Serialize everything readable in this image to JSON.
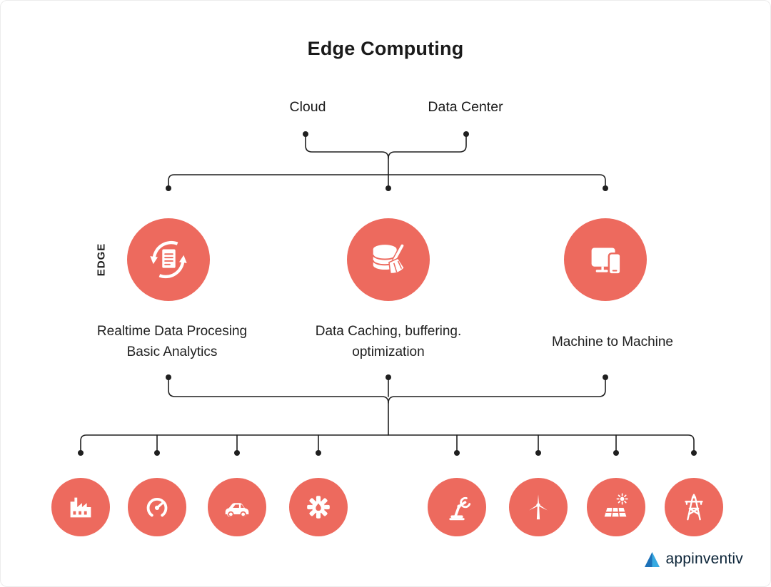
{
  "title": "Edge Computing",
  "edge_band_label": "EDGE",
  "cloud_layer": {
    "nodes": [
      {
        "label": "Cloud"
      },
      {
        "label": "Data Center"
      }
    ]
  },
  "edge_layer": {
    "nodes": [
      {
        "icon": "realtime-data-processing-icon",
        "line1": "Realtime Data Procesing",
        "line2": "Basic Analytics"
      },
      {
        "icon": "data-caching-icon",
        "line1": "Data Caching, buffering.",
        "line2": "optimization"
      },
      {
        "icon": "machine-to-machine-icon",
        "line1": "Machine to Machine",
        "line2": ""
      }
    ]
  },
  "device_layer": {
    "icons": [
      "factory-icon",
      "speedometer-icon",
      "car-icon",
      "gear-icon",
      "robot-arm-icon",
      "wind-turbine-icon",
      "solar-panel-icon",
      "transmission-tower-icon"
    ]
  },
  "logo": {
    "text": "appinventiv"
  },
  "colors": {
    "accent": "#ED6A5E",
    "line": "#1F1F1F",
    "text": "#1A1A1A",
    "logo_dark_blue": "#1D71B8",
    "logo_light_blue": "#36A9E1",
    "logo_text": "#0A2337"
  }
}
